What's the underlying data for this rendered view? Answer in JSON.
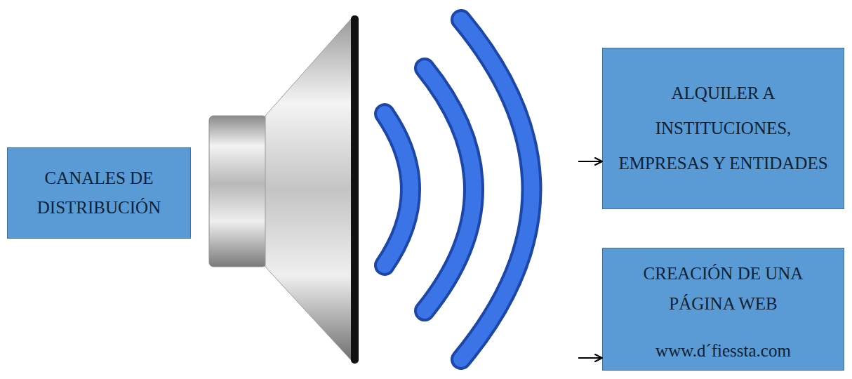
{
  "diagram": {
    "nodes": [
      {
        "text": [
          "CANALES DE DISTRIBUCIÓN"
        ]
      },
      {
        "text": [
          "ALQUILER A INSTITUCIONES, EMPRESAS Y ENTIDADES"
        ]
      },
      {
        "text": [
          "CREACIÓN DE UNA PÁGINA WEB",
          "www.d´fiessta.com"
        ]
      }
    ],
    "edges": [
      {
        "from": 0,
        "to": 1,
        "arrow": "to"
      },
      {
        "from": 0,
        "to": 2,
        "arrow": "to"
      }
    ]
  }
}
